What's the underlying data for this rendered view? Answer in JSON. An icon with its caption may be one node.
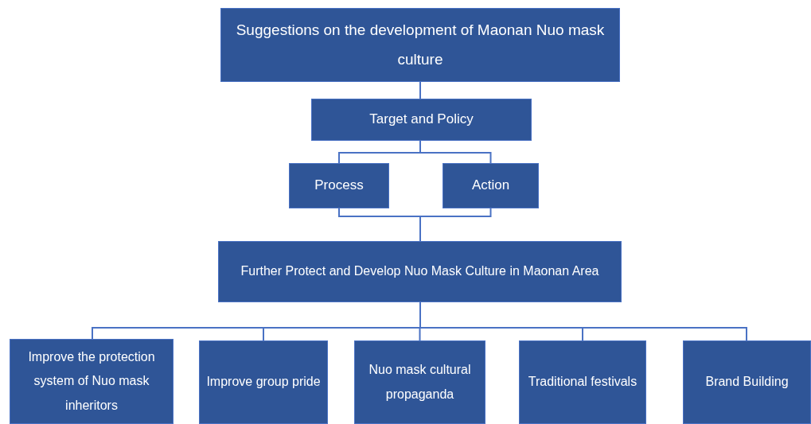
{
  "diagram": {
    "nodes": [
      {
        "text": [
          "Suggestions on the development of Maonan Nuo mask culture"
        ]
      },
      {
        "text": [
          "Target and Policy"
        ]
      },
      {
        "text": [
          "Process"
        ]
      },
      {
        "text": [
          "Action"
        ]
      },
      {
        "text": [
          "Further Protect and Develop Nuo Mask Culture in Maonan Area"
        ]
      },
      {
        "text": [
          "Improve the protection system of Nuo mask inheritors"
        ]
      },
      {
        "text": [
          "Improve group pride"
        ]
      },
      {
        "text": [
          "Nuo mask cultural propaganda"
        ]
      },
      {
        "text": [
          "Traditional festivals"
        ]
      },
      {
        "text": [
          "Brand Building"
        ]
      }
    ],
    "edges": [
      {
        "from": 0,
        "to": 1,
        "arrow": "none"
      },
      {
        "from": 1,
        "to": 2,
        "arrow": "none"
      },
      {
        "from": 1,
        "to": 3,
        "arrow": "none"
      },
      {
        "from": 2,
        "to": 4,
        "arrow": "none"
      },
      {
        "from": 3,
        "to": 4,
        "arrow": "none"
      },
      {
        "from": 4,
        "to": 5,
        "arrow": "none"
      },
      {
        "from": 4,
        "to": 6,
        "arrow": "none"
      },
      {
        "from": 4,
        "to": 7,
        "arrow": "none"
      },
      {
        "from": 4,
        "to": 8,
        "arrow": "none"
      },
      {
        "from": 4,
        "to": 9,
        "arrow": "none"
      }
    ]
  }
}
